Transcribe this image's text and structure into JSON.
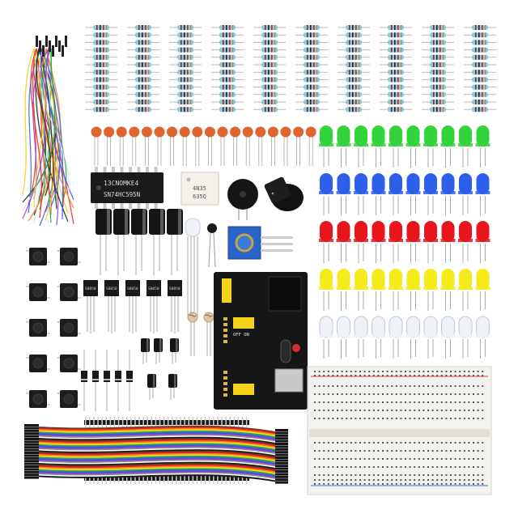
{
  "chips": {
    "shift_register": {
      "line1": "13CNOMKE4",
      "line2": "SN74HC595N"
    },
    "optocoupler": {
      "line1": "4N35",
      "line2": "635Q"
    },
    "transistor": {
      "label": "S8050"
    }
  },
  "power_module": {
    "label": "OFF ON"
  },
  "colors": {
    "resistor_body": "#8fc6e0",
    "ceramic_cap": "#e0642e",
    "led_green": "#33d43a",
    "led_blue": "#2e5fe8",
    "led_red": "#e8161c",
    "led_yellow": "#f5ea1a",
    "led_clear": "#eef2f6",
    "pcb": "#1a1a1a",
    "breadboard": "#f4f2ee",
    "potentiometer": "#2a64c8"
  },
  "icons": [
    "resistor-icon",
    "capacitor-icon",
    "led-icon",
    "button-icon",
    "jumper-wire-icon",
    "breadboard-icon"
  ]
}
